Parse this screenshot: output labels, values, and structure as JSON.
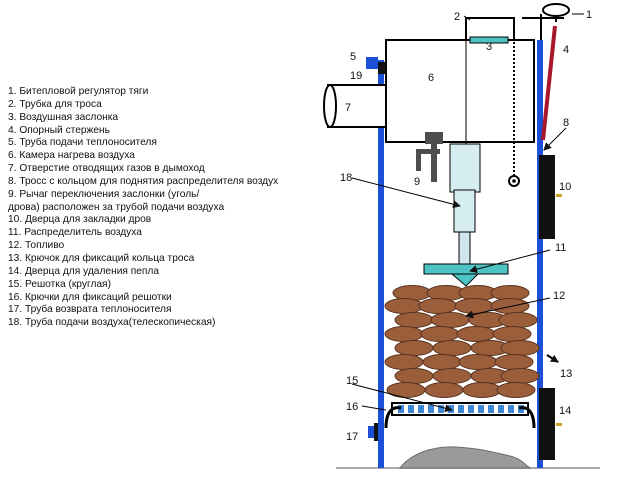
{
  "legend": {
    "items": [
      "1. Битепловой регулятор тяги",
      "2. Трубка для троса",
      "3. Воздушная заслонка",
      "4. Опорный стержень",
      "5. Труба подачи теплоносителя",
      "6. Камера нагрева воздуха",
      "7. Отверстие отводящих газов в дымоход",
      "8. Тросс с кольцом для поднятия распределителя воздух",
      "9. Рычаг переключения заслонки (уголь/",
      "дрова) расположен за трубой подачи воздуха",
      "10. Дверца для закладки дров",
      "11. Распределитель воздуха",
      "12. Топливо",
      "13. Крючок для фиксаций кольца троса",
      "14. Дверца для удаления пепла",
      "15. Решотка (круглая)",
      "16. Крючки для фиксаций решотки",
      "17. Труба возврата теплоносителя",
      "18. Труба подачи воздуха(телескопическая)"
    ]
  },
  "callouts": {
    "n1": "1",
    "n2": "2",
    "n3": "3",
    "n4": "4",
    "n5": "5",
    "n6": "6",
    "n7": "7",
    "n8": "8",
    "n9": "9",
    "n10": "10",
    "n11": "11",
    "n12": "12",
    "n13": "13",
    "n14": "14",
    "n15": "15",
    "n16": "16",
    "n17": "17",
    "n18": "18",
    "n19": "19"
  },
  "colors": {
    "wall_blue": "#1b4fd6",
    "door_black": "#111111",
    "fuel_brown": "#9b5e3b",
    "fuel_outline": "#5a3320",
    "distributor_teal": "#4ec3c3",
    "telescopic_tube": "#d6eef2",
    "support_rod": "#a8182a",
    "ash_gray": "#9a9a9a",
    "lever_gray": "#555555",
    "grate_blue": "#3f86d8",
    "door_latch": "#c9a227"
  }
}
